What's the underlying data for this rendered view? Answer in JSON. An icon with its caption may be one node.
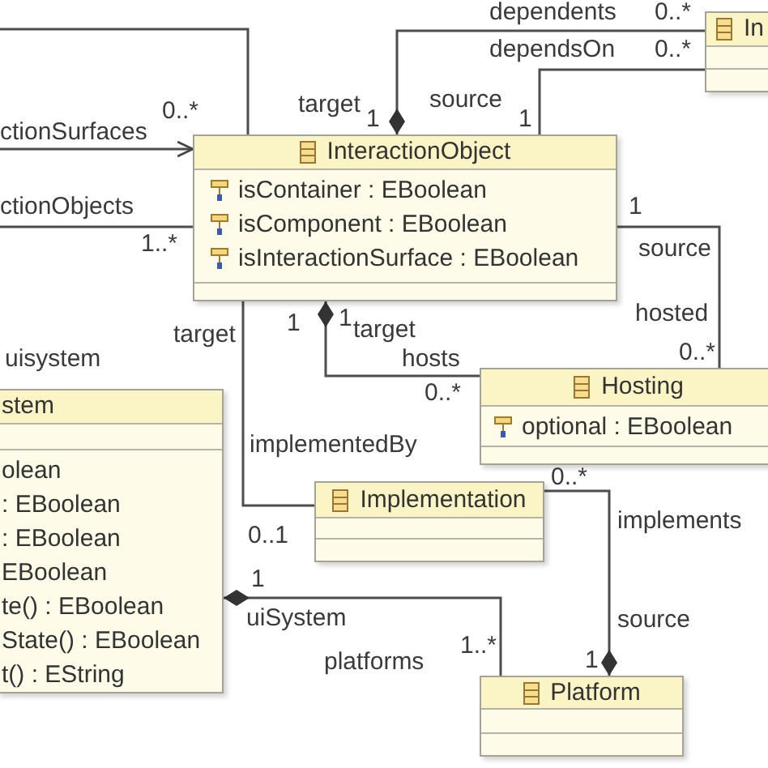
{
  "diagram": {
    "nodes": [
      {
        "text": [
          "In"
        ]
      },
      {
        "text": [
          "InteractionObject",
          "isContainer : EBoolean",
          "isComponent : EBoolean",
          "isInteractionSurface : EBoolean"
        ]
      },
      {
        "text": [
          "Hosting",
          "optional : EBoolean"
        ]
      },
      {
        "text": [
          "stem",
          "olean",
          ": EBoolean",
          ": EBoolean",
          "EBoolean",
          "te() : EBoolean",
          "State() : EBoolean",
          "t() : EString"
        ]
      },
      {
        "text": [
          "Implementation"
        ]
      },
      {
        "text": [
          "Platform"
        ]
      }
    ],
    "edges": [
      {
        "from": null,
        "to": 1,
        "arrow": "none"
      },
      {
        "from": null,
        "to": 1,
        "arrow": "to",
        "label": "ctionSurfaces"
      },
      {
        "from": null,
        "to": 1,
        "arrow": "none",
        "label": "ctionObjects"
      },
      {
        "from": 1,
        "to": 0,
        "arrow": "other"
      },
      {
        "from": 1,
        "to": 0,
        "arrow": "none"
      },
      {
        "from": 1,
        "to": 2,
        "arrow": "none"
      },
      {
        "from": 1,
        "to": 2,
        "arrow": "other"
      },
      {
        "from": 1,
        "to": 4,
        "arrow": "none"
      },
      {
        "from": 5,
        "to": 4,
        "arrow": "other"
      },
      {
        "from": 3,
        "to": 5,
        "arrow": "other"
      }
    ],
    "labels": [
      "dependents",
      "0..*",
      "dependsOn",
      "0..*",
      "0..*",
      "target",
      "1",
      "source",
      "1",
      "1",
      "1..*",
      "source",
      "target",
      "1",
      "1",
      "target",
      "hosted",
      "uisystem",
      "hosts",
      "0..*",
      "0..*",
      "implementedBy",
      "0..*",
      "0..1",
      "implements",
      "1",
      "uiSystem",
      "source",
      "platforms",
      "1..*",
      "1"
    ]
  }
}
